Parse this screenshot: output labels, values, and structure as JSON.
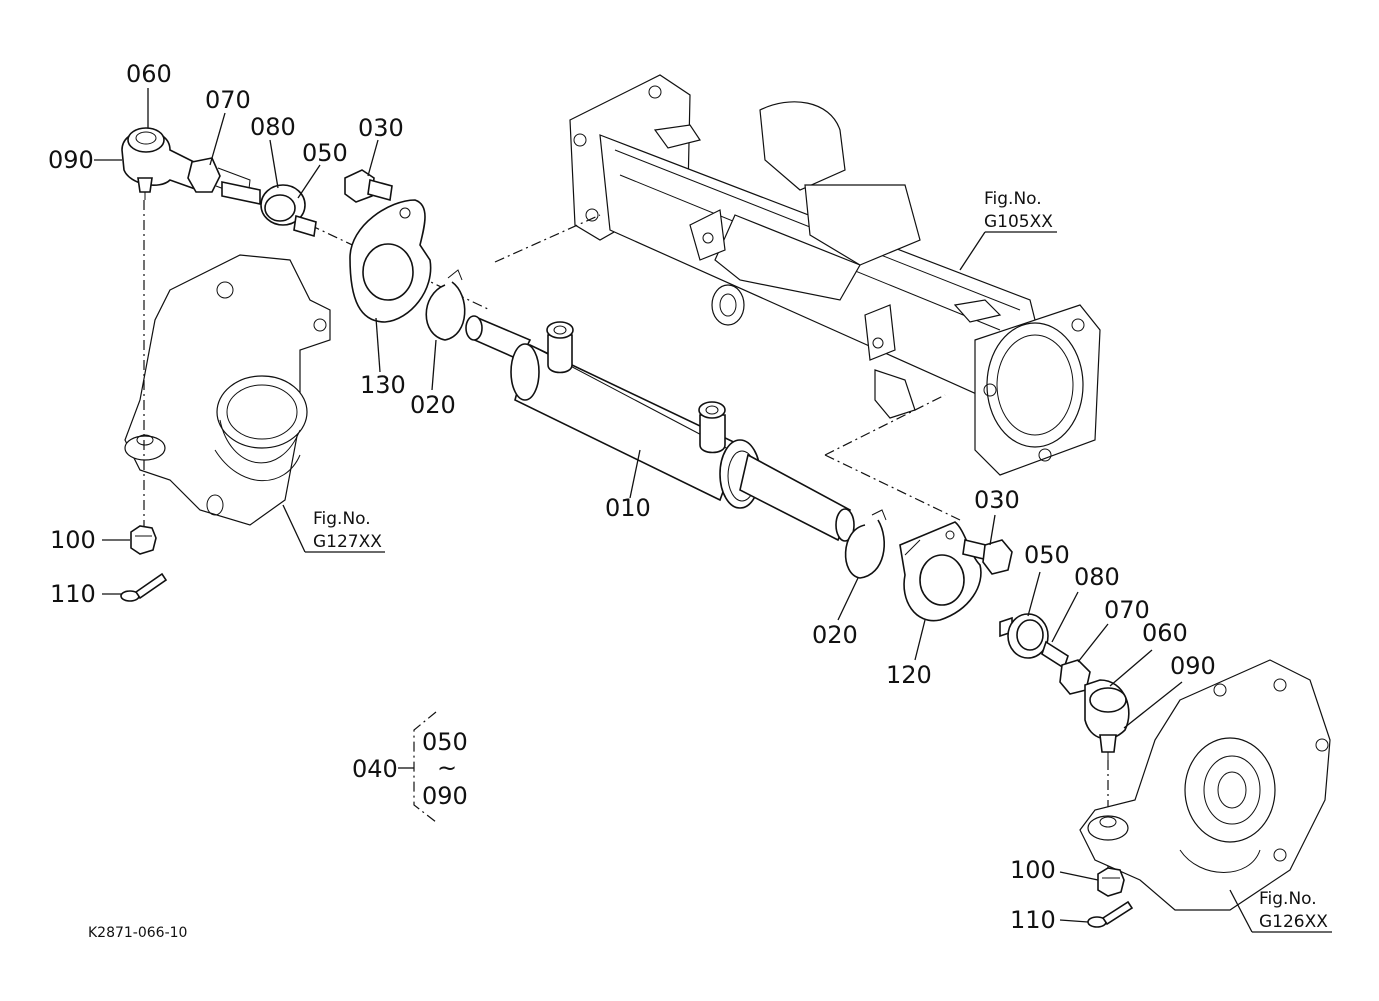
{
  "labels": {
    "p010": "010",
    "p020_left": "020",
    "p020_right": "020",
    "p030_left": "030",
    "p030_right": "030",
    "p040": "040",
    "p050_left": "050",
    "p050_right": "050",
    "p060_left": "060",
    "p060_right": "060",
    "p070_left": "070",
    "p070_right": "070",
    "p080_left": "080",
    "p080_right": "080",
    "p090_left": "090",
    "p090_right": "090",
    "p100_left": "100",
    "p100_right": "100",
    "p110_left": "110",
    "p110_right": "110",
    "p120": "120",
    "p130": "130"
  },
  "group_bracket": {
    "from": "050",
    "tilde": "~",
    "to": "090"
  },
  "figure_refs": {
    "g105_title": "Fig.No.",
    "g105_code": "G105XX",
    "g127_title": "Fig.No.",
    "g127_code": "G127XX",
    "g126_title": "Fig.No.",
    "g126_code": "G126XX"
  },
  "drawing_code": "K2871-066-10"
}
